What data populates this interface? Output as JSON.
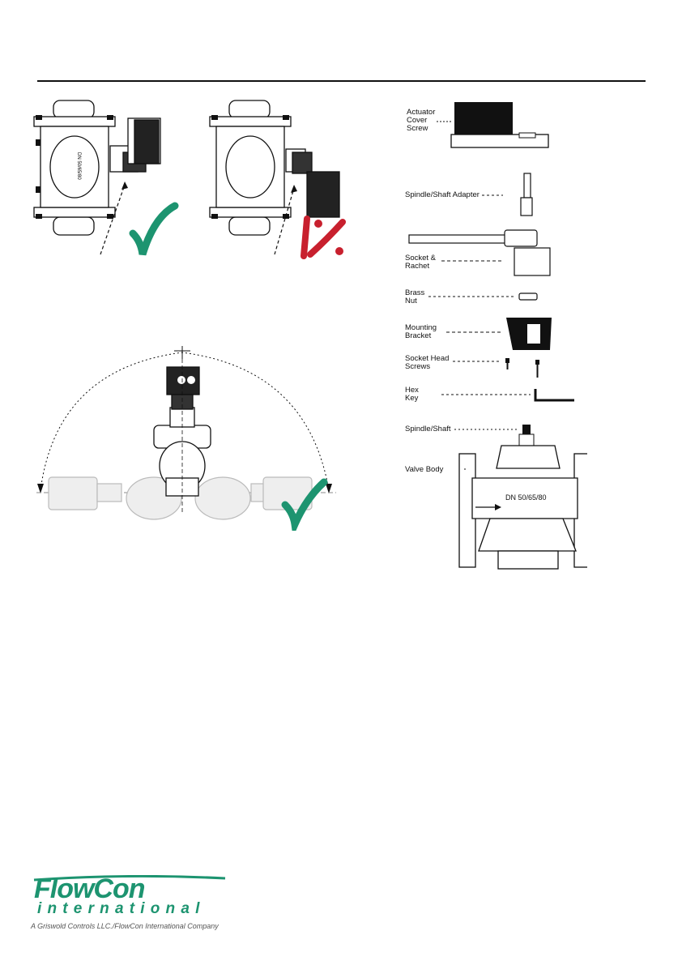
{
  "labels": {
    "actuator_cover": [
      "Actuator",
      "Cover",
      "Screw"
    ],
    "spindle_adapter": "Spindle/Shaft Adapter",
    "socket_rachet": [
      "Socket &",
      "Rachet"
    ],
    "brass_nut": [
      "Brass",
      "Nut"
    ],
    "mounting_bracket": [
      "Mounting",
      "Bracket"
    ],
    "socket_head": [
      "Socket Head",
      "Screws"
    ],
    "hex_key": [
      "Hex",
      "Key"
    ],
    "spindle_shaft": "Spindle/Shaft",
    "valve_body": "Valve Body",
    "valve_size": "DN 50/65/80",
    "valve_side_mark": "DN 50/65/80"
  },
  "logo": {
    "brand": "FlowCon",
    "sub": "international",
    "tagline": "A Griswold Controls LLC./FlowCon International Company"
  },
  "colors": {
    "check_green": "#1d9470",
    "cross_red": "#c8202e",
    "brand_green": "#1d9470"
  }
}
